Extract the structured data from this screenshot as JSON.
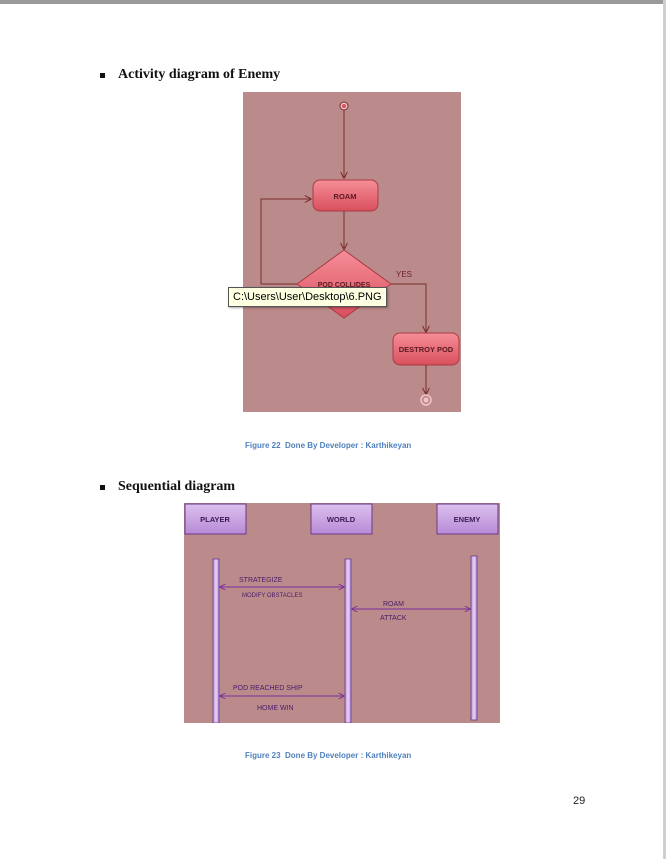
{
  "sections": [
    {
      "title": "Activity diagram of Enemy"
    },
    {
      "title": "Sequential diagram"
    }
  ],
  "activity": {
    "nodes": {
      "roam": "ROAM",
      "decision": "POD COLLIDES",
      "destroy": "DESTROY POD"
    },
    "yes_label": "YES",
    "tooltip": "C:\\Users\\User\\Desktop\\6.PNG",
    "caption": "Figure 22  Done By Developer : Karthikeyan"
  },
  "sequence": {
    "actors": [
      "PLAYER",
      "WORLD",
      "ENEMY"
    ],
    "messages": [
      "STRATEGIZE",
      "MODIFY OBSTACLES",
      "ROAM",
      "ATTACK",
      "POD REACHED SHIP",
      "HOME WIN"
    ],
    "caption": "Figure 23  Done By Developer : Karthikeyan"
  },
  "page_number": "29",
  "colors": {
    "diagram_bg": "#bb8b8b",
    "node_fill": "#e85e6c",
    "node_border": "#a93a44",
    "arrow": "#7a2b2b",
    "actor_fill": "#c6a0df",
    "actor_border": "#6a3a8c",
    "message_line": "#7a2d9a",
    "caption": "#4f81bd"
  }
}
